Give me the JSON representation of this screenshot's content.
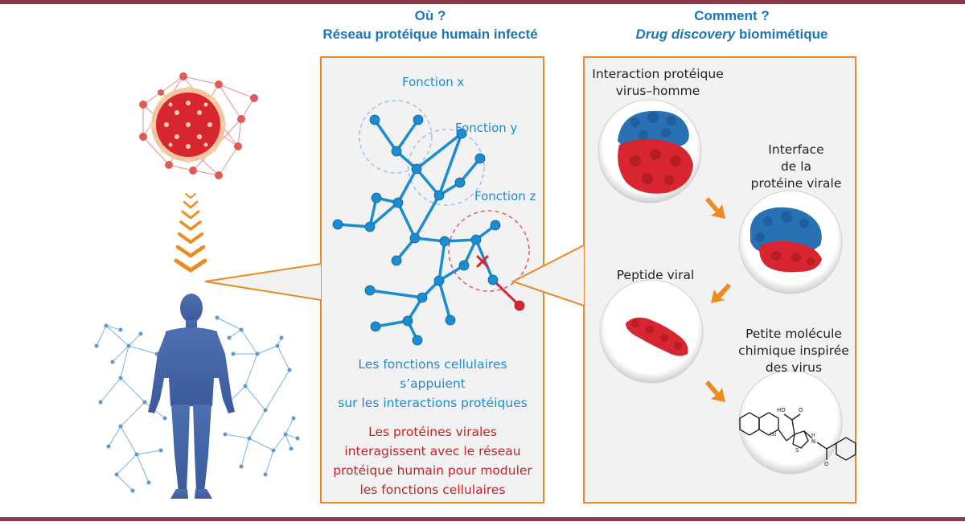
{
  "colors": {
    "border_bar": "#8b3a4a",
    "panel_border": "#e88a2a",
    "panel_fill": "#f2f2f2",
    "header": "#1b77b8",
    "network_blue": "#1c8cd0",
    "viral_red": "#d7262f",
    "arrow_orange": "#ef8a1f"
  },
  "header_where": {
    "line1": "Où ?",
    "line2": "Réseau protéique humain infecté"
  },
  "header_how": {
    "line1": "Comment ?",
    "line2_italic": "Drug discovery",
    "line2_rest": " biomimétique"
  },
  "network_panel": {
    "labels": [
      "Fonction x",
      "Fonction y",
      "Fonction z"
    ],
    "text_blue": [
      "Les fonctions cellulaires",
      "s’appuient",
      "sur les interactions protéiques"
    ],
    "text_red": [
      "Les protéines virales",
      "interagissent avec le réseau",
      "protéique humain pour moduler",
      "les fonctions cellulaires"
    ]
  },
  "drug_panel": {
    "step1": [
      "Interaction protéique",
      "virus–homme"
    ],
    "step2": [
      "Interface",
      "de la",
      "protéine virale"
    ],
    "step3": [
      "Peptide viral"
    ],
    "step4": [
      "Petite molécule",
      "chimique inspirée",
      "des virus"
    ],
    "molecule_labels": {
      "ho": "HO",
      "o1": "O",
      "s_config": "(S)",
      "s_atom": "S",
      "h": "H",
      "n": "N",
      "o2": "O"
    }
  },
  "icons": [
    "virus-icon",
    "down-chevrons-icon",
    "human-body-icon",
    "human-network-icon"
  ]
}
